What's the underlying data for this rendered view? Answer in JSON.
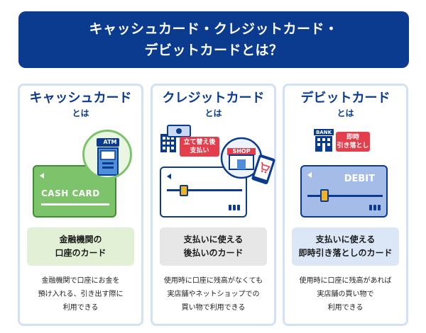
{
  "header": {
    "title_line1": "キャッシュカード・クレジットカード・",
    "title_line2": "デビットカードとは？"
  },
  "panels": [
    {
      "title": "キャッシュカード",
      "subtitle": "とは",
      "card_label": "CASH CARD",
      "sign_label": "ATM",
      "summary_line1": "金融機関の",
      "summary_line2": "口座のカード",
      "desc_lines": [
        "金融機関で口座にお金を",
        "預け入れる、引き出す際に",
        "利用できる"
      ]
    },
    {
      "title": "クレジットカード",
      "subtitle": "とは",
      "badge_line1": "立て替え後",
      "badge_line2": "支払い",
      "shop_label": "SHOP",
      "summary_line1": "支払いに使える",
      "summary_line2": "後払いのカード",
      "desc_lines": [
        "使用時に口座に残高がなくても",
        "実店舗やネットショップでの",
        "買い物で利用できる"
      ]
    },
    {
      "title": "デビットカード",
      "subtitle": "とは",
      "bank_label": "BANK",
      "badge_line1": "即時",
      "badge_line2": "引き落とし",
      "card_label": "DEBIT",
      "summary_line1": "支払いに使える",
      "summary_line2": "即時引き落としのカード",
      "desc_lines": [
        "使用時に口座に残高があれば",
        "実店舗の買い物で",
        "利用できる"
      ]
    }
  ],
  "colors": {
    "navy": "#0b3b8f",
    "cash_green": "#7dc36b",
    "red_badge": "#e23e4c",
    "debit_blue": "#a5bce9",
    "panel_border": "#d3e1f5"
  },
  "icons": {
    "atm": "atm-machine-icon",
    "building": "building-icon",
    "money": "banknote-icon",
    "shop": "shop-icon",
    "phone": "smartphone-cart-icon",
    "bank": "bank-building-icon"
  }
}
